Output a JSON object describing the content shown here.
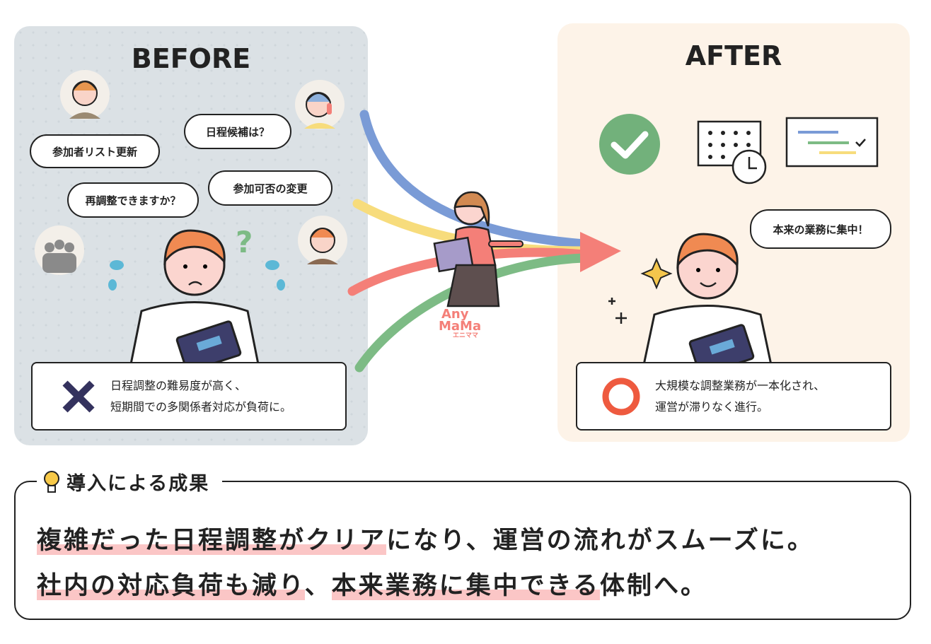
{
  "before": {
    "title": "BEFORE",
    "bubbles": [
      "参加者リスト更新",
      "日程候補は？",
      "再調整できますか？",
      "参加可否の変更"
    ],
    "question_mark": "?",
    "note": [
      "日程調整の難易度が高く、",
      "短期間での多関係者対応が負荷に。"
    ],
    "note_icon": "cross-icon"
  },
  "logo": {
    "line1": "Any",
    "line2": "MaMa",
    "kana": "エニママ"
  },
  "after": {
    "title": "AFTER",
    "bubble": "本来の業務に集中！",
    "note": [
      "大規模な調整業務が一本化され、",
      "運営が滞りなく進行。"
    ],
    "note_icon": "circle-icon"
  },
  "result": {
    "title": "導入による成果",
    "line1": {
      "hl": "複雑だった日程調整がクリア",
      "rest": "になり、運営の流れがスムーズに。"
    },
    "line2": {
      "hl1": "社内の対応負荷も減り",
      "mid": "、",
      "hl2": "本来業務に集中できる",
      "rest": "体制へ。"
    }
  },
  "colors": {
    "blue": "#7a9bd6",
    "yellow": "#f7dc7c",
    "red": "#f47f78",
    "green": "#7dbb85",
    "check": "#72b17b",
    "ring": "#ee5a3f",
    "cross": "#34325e"
  }
}
